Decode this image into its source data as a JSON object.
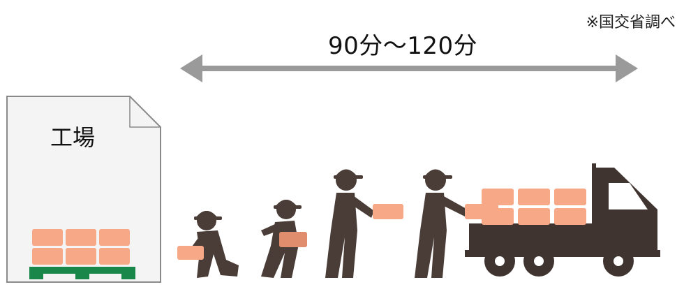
{
  "note": "※国交省調べ",
  "duration_label": "90分～120分",
  "factory_label": "工場",
  "colors": {
    "box": "#f7a886",
    "box_dark": "#e08d6e",
    "worker": "#4a3c36",
    "pallet": "#19874a",
    "arrow": "#9a9a9a",
    "building_fill": "#f4f4f4",
    "building_stroke": "#8a8a8a",
    "truck": "#3f3430"
  }
}
